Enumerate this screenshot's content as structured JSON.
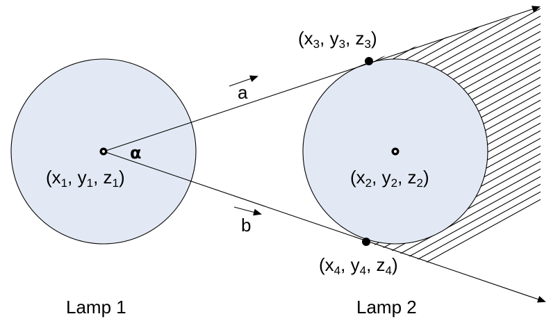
{
  "colors": {
    "fill": "#e3e9f4",
    "stroke": "#000000",
    "background": "#ffffff"
  },
  "lamps": [
    {
      "label": "Lamp 1",
      "center_point": {
        "x": "x",
        "y": "y",
        "z": "z",
        "index": "1"
      }
    },
    {
      "label": "Lamp 2",
      "center_point": {
        "x": "x",
        "y": "y",
        "z": "z",
        "index": "2"
      }
    }
  ],
  "tangent_points": [
    {
      "x": "x",
      "y": "y",
      "z": "z",
      "index": "3"
    },
    {
      "x": "x",
      "y": "y",
      "z": "z",
      "index": "4"
    }
  ],
  "angle_label": "α",
  "vectors": [
    {
      "label": "a"
    },
    {
      "label": "b"
    }
  ]
}
